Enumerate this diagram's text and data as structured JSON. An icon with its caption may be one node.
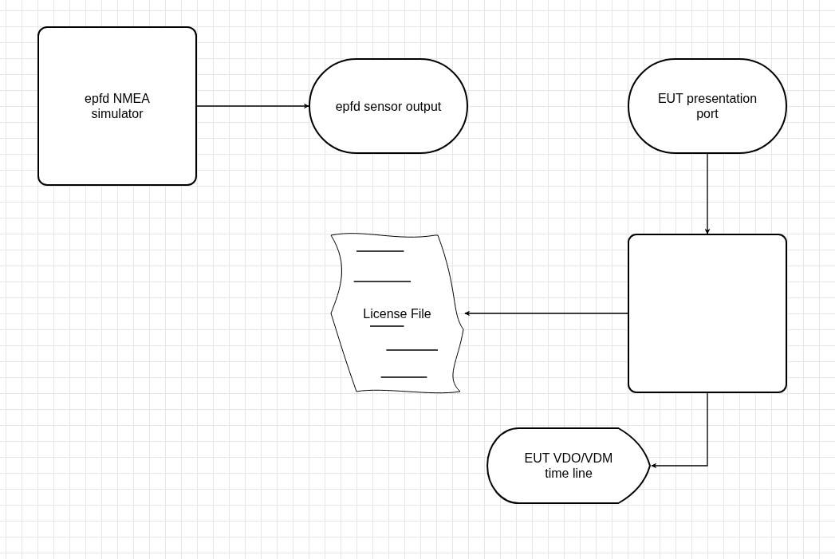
{
  "diagram": {
    "nodes": [
      {
        "text": [
          "epfd NMEA simulator"
        ]
      },
      {
        "text": [
          "epfd sensor output"
        ]
      },
      {
        "text": [
          "EUT presentation port"
        ]
      },
      {
        "text": [
          "License File"
        ]
      },
      {
        "text": [],
        "shape": "box"
      },
      {
        "text": [
          "EUT VDO/VDM time line"
        ]
      }
    ],
    "edges": [
      {
        "from": 0,
        "to": 1,
        "arrow": "to"
      },
      {
        "from": 2,
        "to": 4,
        "arrow": "to"
      },
      {
        "from": 4,
        "to": 3,
        "arrow": "to"
      },
      {
        "from": 4,
        "to": 5,
        "arrow": "to"
      }
    ]
  }
}
